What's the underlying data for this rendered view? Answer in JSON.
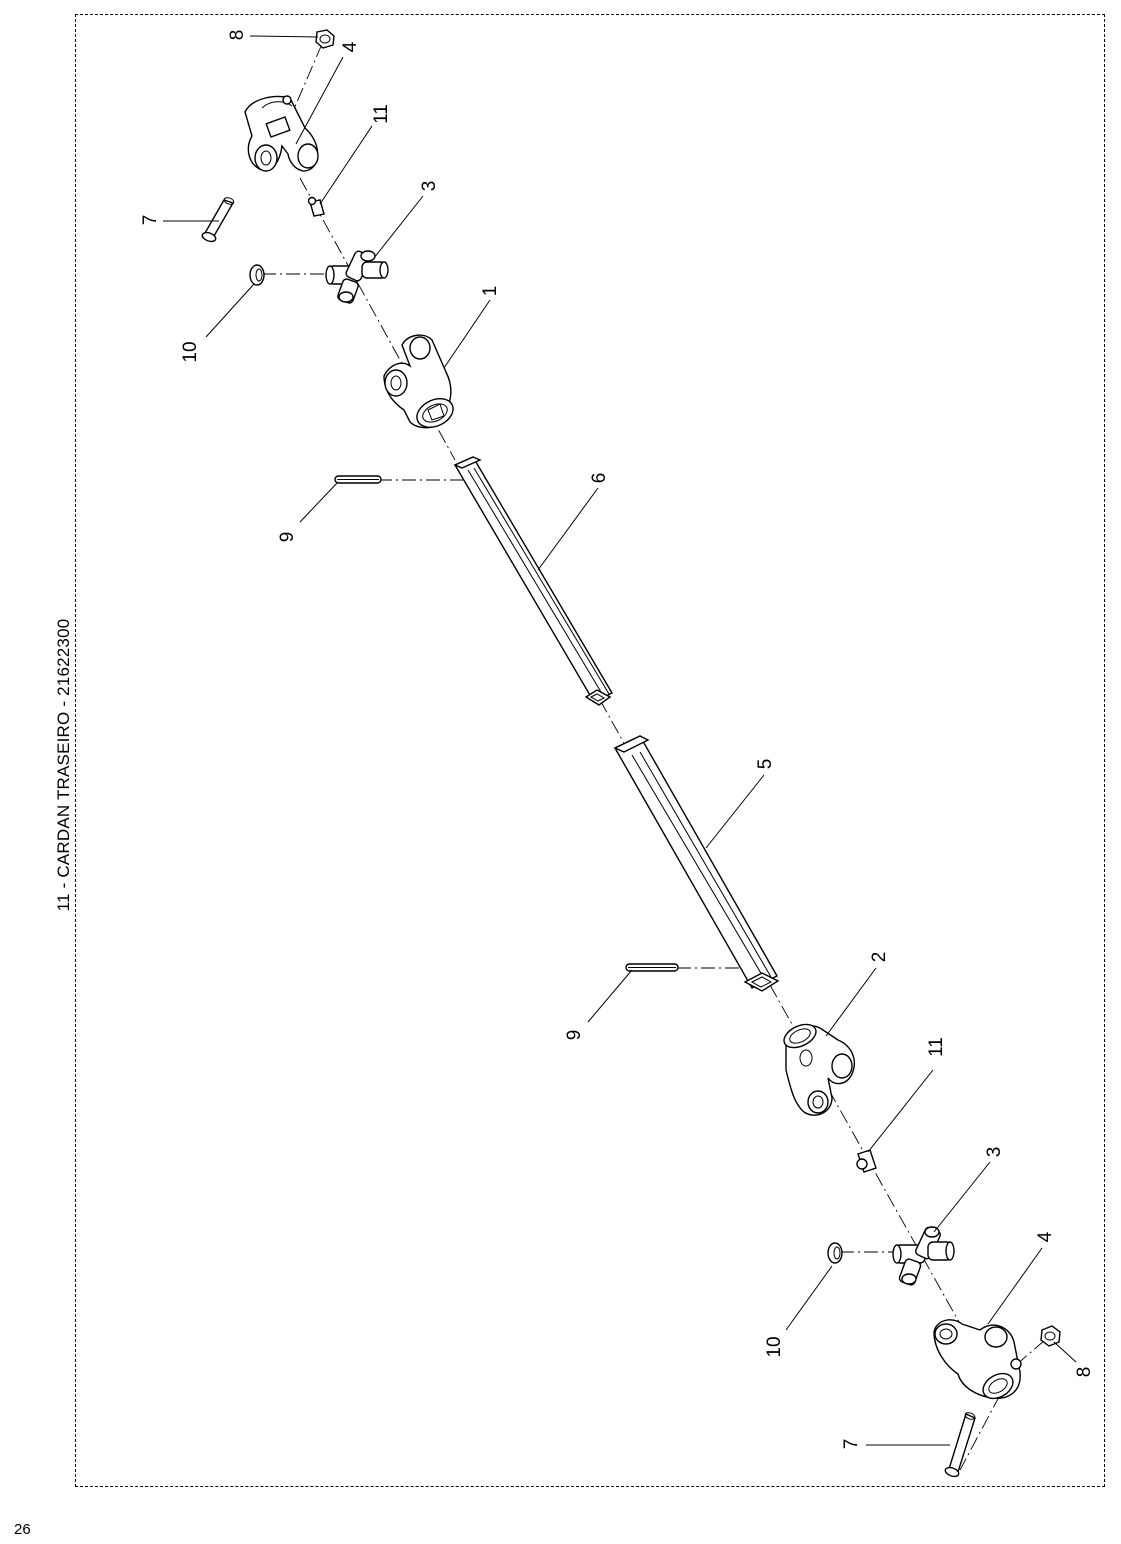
{
  "document": {
    "title": "11 - CARDAN TRASEIRO - 21622300",
    "page_number": "26"
  },
  "callouts": [
    {
      "id": "label-8-top",
      "text": "8"
    },
    {
      "id": "label-4-top",
      "text": "4"
    },
    {
      "id": "label-11-top",
      "text": "11"
    },
    {
      "id": "label-7-top",
      "text": "7"
    },
    {
      "id": "label-3-top",
      "text": "3"
    },
    {
      "id": "label-10-top",
      "text": "10"
    },
    {
      "id": "label-1",
      "text": "1"
    },
    {
      "id": "label-6",
      "text": "6"
    },
    {
      "id": "label-9-top",
      "text": "9"
    },
    {
      "id": "label-5",
      "text": "5"
    },
    {
      "id": "label-2",
      "text": "2"
    },
    {
      "id": "label-9-bottom",
      "text": "9"
    },
    {
      "id": "label-11-bottom",
      "text": "11"
    },
    {
      "id": "label-3-bottom",
      "text": "3"
    },
    {
      "id": "label-4-bottom",
      "text": "4"
    },
    {
      "id": "label-10-bottom",
      "text": "10"
    },
    {
      "id": "label-8-bottom",
      "text": "8"
    },
    {
      "id": "label-7-bottom",
      "text": "7"
    }
  ]
}
